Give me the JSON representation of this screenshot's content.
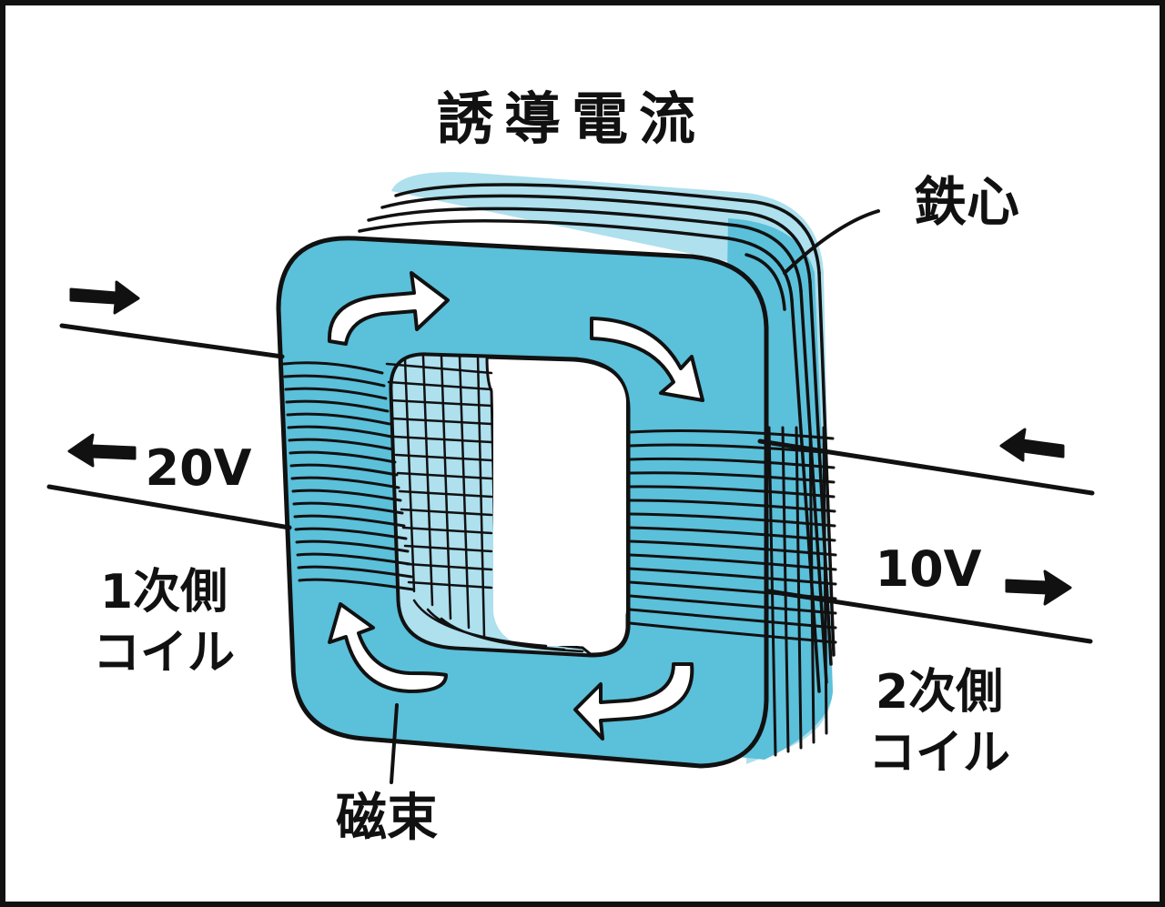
{
  "title": "誘導電流",
  "labels": {
    "core": "鉄心",
    "primary_voltage": "20V",
    "primary_coil_line1": "1次側",
    "primary_coil_line2": "コイル",
    "secondary_voltage": "10V",
    "secondary_coil_line1": "2次側",
    "secondary_coil_line2": "コイル",
    "flux": "磁束"
  },
  "colors": {
    "core_fill": "#5bc0da",
    "core_light": "#aee0ee",
    "ink": "#111111",
    "background": "#ffffff"
  },
  "icons": {
    "flux_arrows": "curved-arrow-icon",
    "current_arrows": "arrow-icon"
  }
}
